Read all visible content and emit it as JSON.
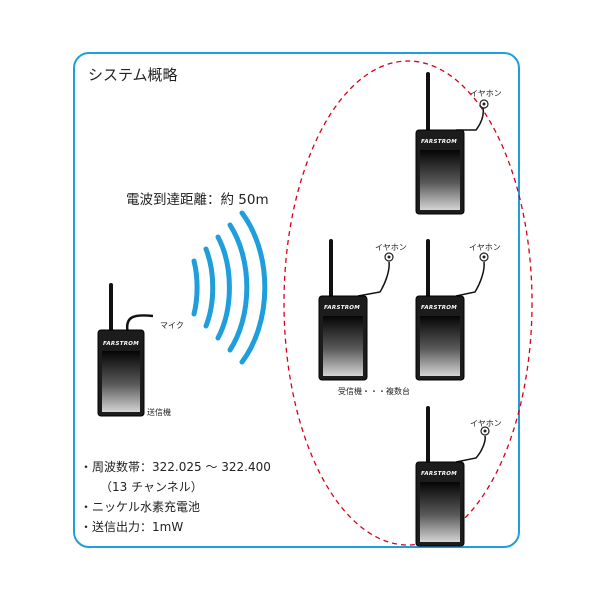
{
  "title": "システム概略",
  "range_label": "電波到達距離：約 50m",
  "transmitter": {
    "brand": "FARSTROM",
    "mic_label": "マイク",
    "caption": "送信機"
  },
  "receivers": {
    "brand": "FARSTROM",
    "earphone_label": "イヤホン",
    "caption": "受信機・・・複数台"
  },
  "specs": [
    "・周波数帯：322.025 ～ 322.400",
    "（13 チャンネル）",
    "・ニッケル水素充電池",
    "・送信出力：1mW"
  ],
  "colors": {
    "frame_border": "#1e9fdc",
    "ellipse_dash": "#d9001b",
    "device_body": "#1c1c1c"
  }
}
